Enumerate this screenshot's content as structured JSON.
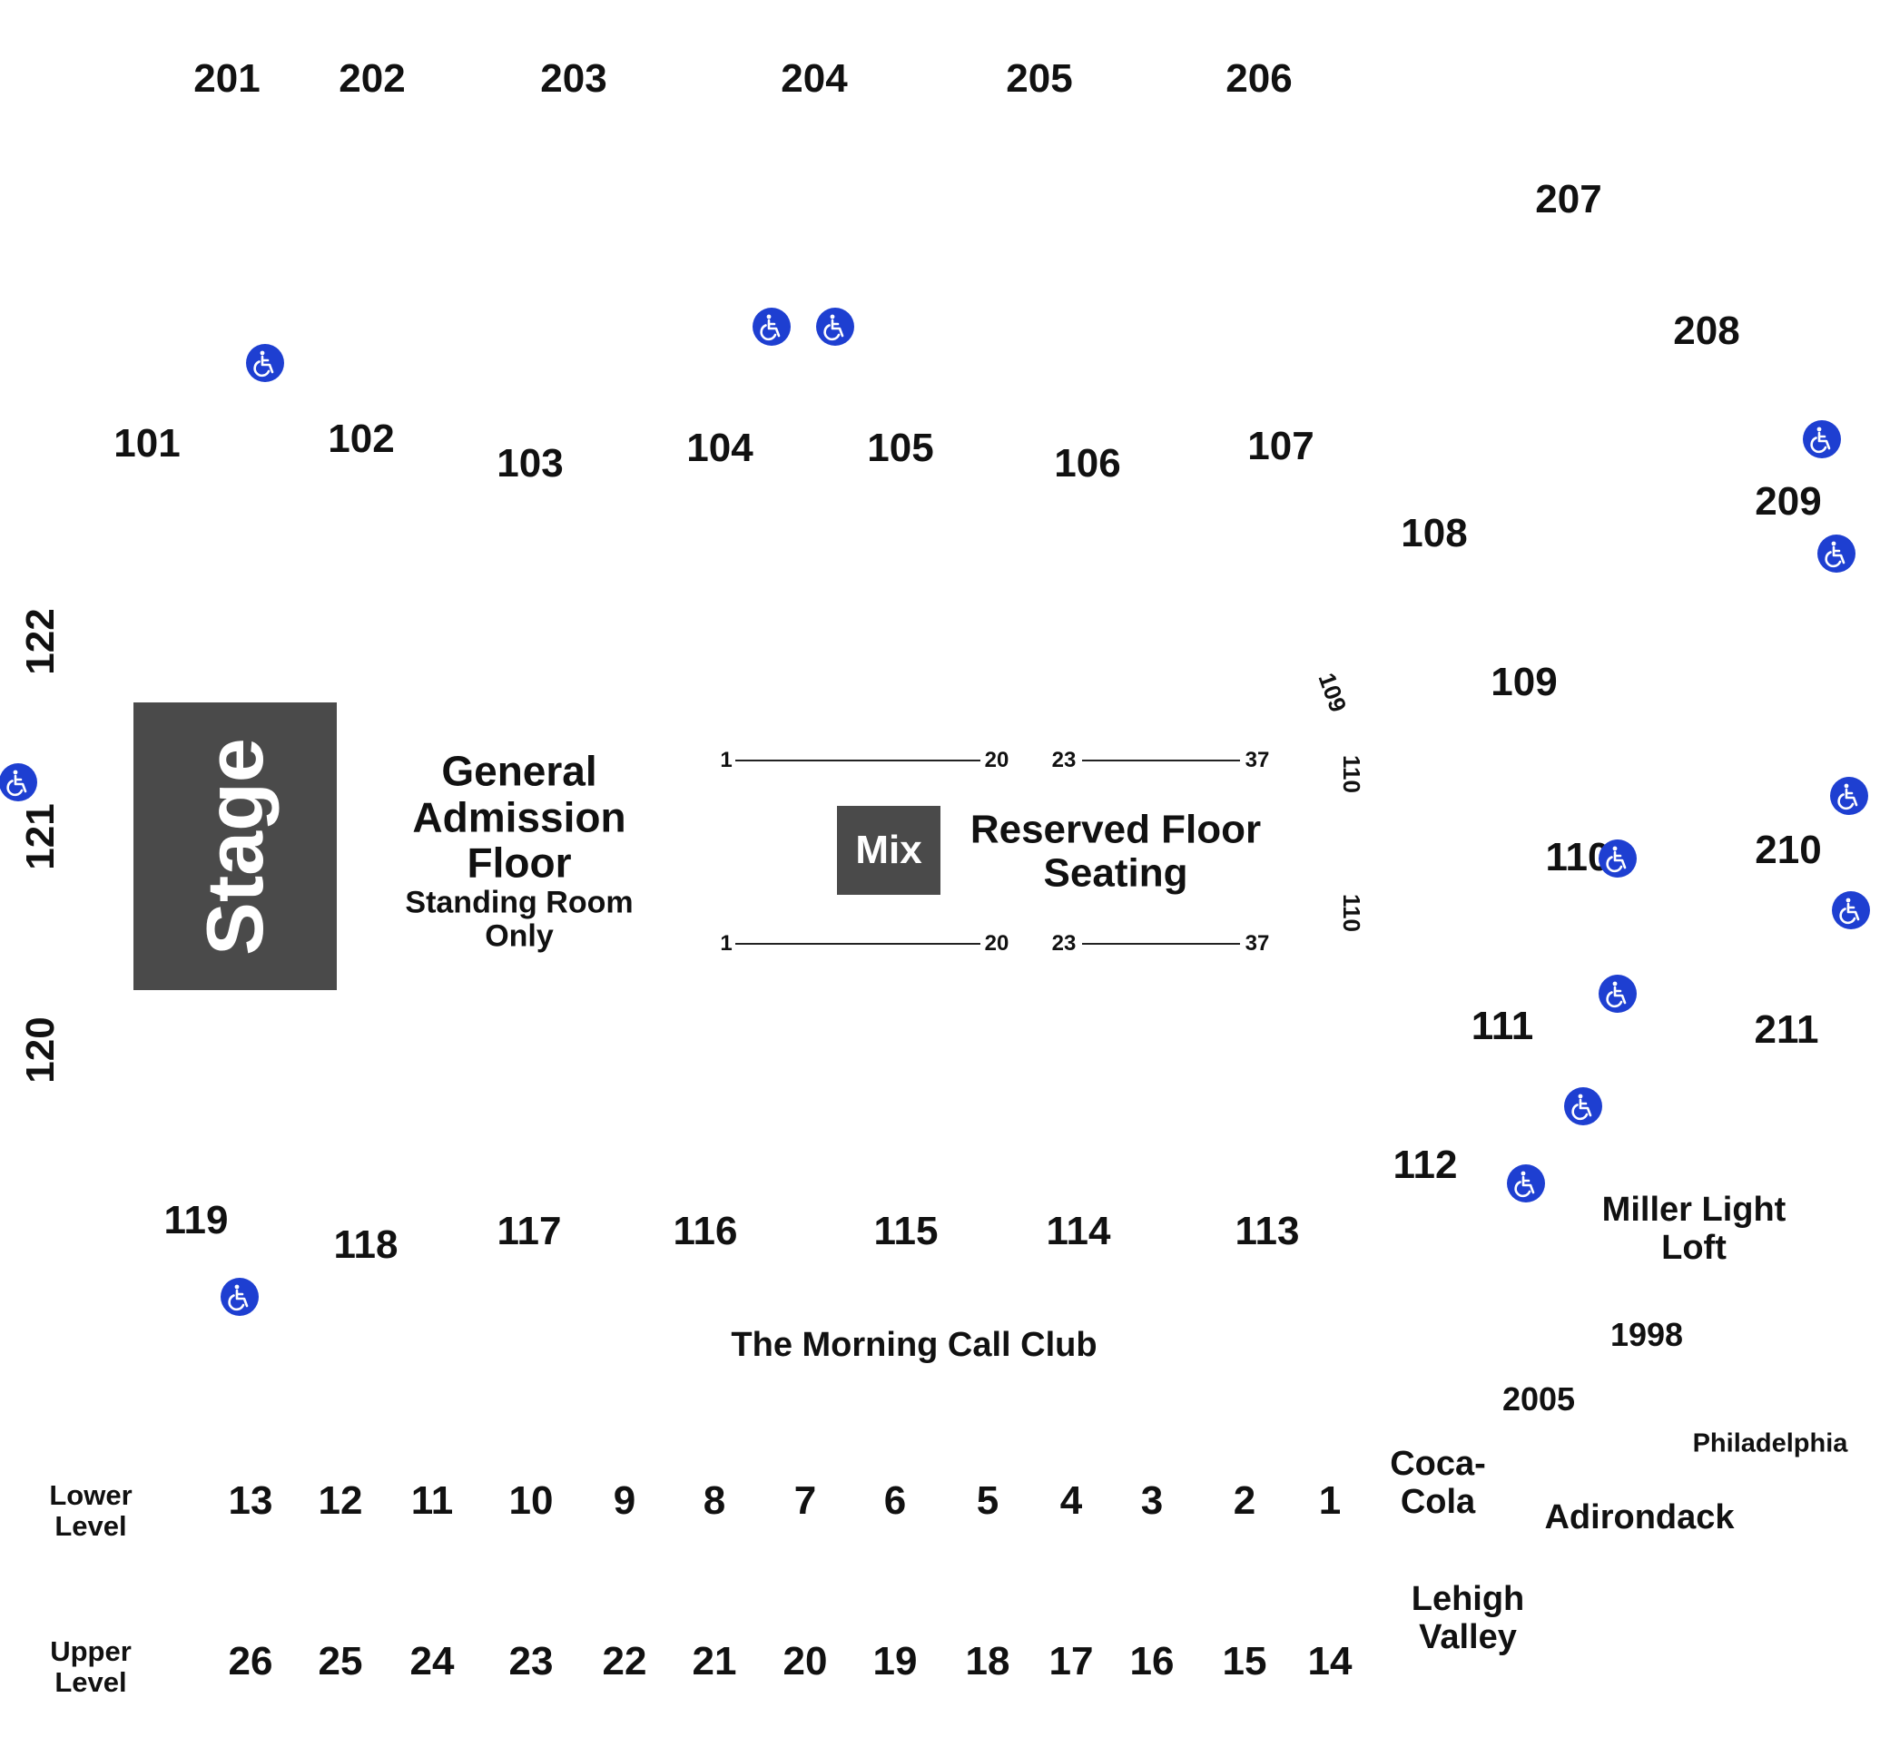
{
  "stage": {
    "label": "Stage"
  },
  "mix": {
    "label": "Mix"
  },
  "general_admission": {
    "title_line1": "General",
    "title_line2": "Admission",
    "title_line3": "Floor",
    "sub_line1": "Standing Room",
    "sub_line2": "Only"
  },
  "reserved": {
    "line1": "Reserved Floor",
    "line2": "Seating"
  },
  "floor_rows": {
    "left_start": "1",
    "left_end": "20",
    "right_start": "23",
    "right_end": "37"
  },
  "sections_200": [
    "201",
    "202",
    "203",
    "204",
    "205",
    "206",
    "207",
    "208",
    "209",
    "210",
    "211"
  ],
  "sections_100": [
    "101",
    "102",
    "103",
    "104",
    "105",
    "106",
    "107",
    "108",
    "109",
    "110",
    "111",
    "112",
    "113",
    "114",
    "115",
    "116",
    "117",
    "118",
    "119",
    "120",
    "121",
    "122"
  ],
  "small_labels": {
    "s109_rot": "109",
    "s110_top": "110",
    "s110_bot": "110"
  },
  "clubs": {
    "morning_call": "The Morning Call Club",
    "miller_line1": "Miller Light",
    "miller_line2": "Loft",
    "year_1998": "1998",
    "year_2005": "2005",
    "philadelphia": "Philadelphia",
    "coca_line1": "Coca-",
    "coca_line2": "Cola",
    "adirondack": "Adirondack",
    "lehigh_line1": "Lehigh",
    "lehigh_line2": "Valley"
  },
  "lower_level": {
    "label_line1": "Lower",
    "label_line2": "Level",
    "suites": [
      "13",
      "12",
      "11",
      "10",
      "9",
      "8",
      "7",
      "6",
      "5",
      "4",
      "3",
      "2",
      "1"
    ]
  },
  "upper_level": {
    "label_line1": "Upper",
    "label_line2": "Level",
    "suites": [
      "26",
      "25",
      "24",
      "23",
      "22",
      "21",
      "20",
      "19",
      "18",
      "17",
      "16",
      "15",
      "14"
    ]
  },
  "accent_color": "#1e3fd1",
  "stage_color": "#4a4a4a",
  "icon": "wheelchair-accessible-icon"
}
